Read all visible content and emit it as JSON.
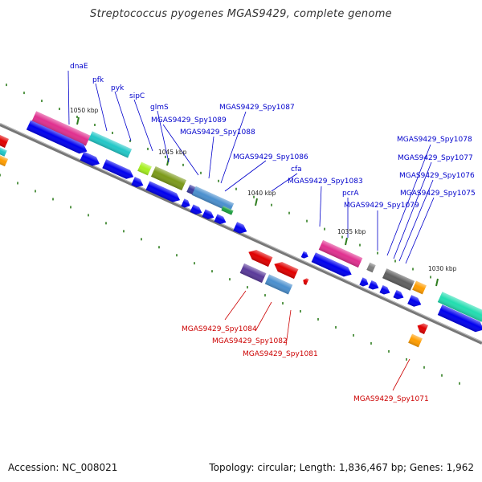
{
  "title": "Streptococcus pyogenes MGAS9429, complete genome",
  "footer": {
    "accession": "Accession: NC_008021",
    "summary": "Topology: circular; Length: 1,836,467 bp; Genes: 1,962"
  },
  "colors": {
    "forward_label": "#0000cc",
    "reverse_label": "#cc0000",
    "backbone": "#808080",
    "tick": "#2e7d1e"
  },
  "kbp_markers": [
    "1050 kbp",
    "1045 kbp",
    "1040 kbp",
    "1035 kbp",
    "1030 kbp"
  ],
  "forward_genes": [
    "dnaE",
    "pfk",
    "pyk",
    "sipC",
    "glmS",
    "MGAS9429_Spy1089",
    "MGAS9429_Spy1087",
    "MGAS9429_Spy1088",
    "MGAS9429_Spy1086",
    "cfa",
    "MGAS9429_Spy1083",
    "pcrA",
    "MGAS9429_Spy1078",
    "MGAS9429_Spy1077",
    "MGAS9429_Spy1076",
    "MGAS9429_Spy1075",
    "MGAS9429_Spy1079"
  ],
  "reverse_genes": [
    "MGAS9429_Spy1084",
    "MGAS9429_Spy1082",
    "MGAS9429_Spy1081",
    "MGAS9429_Spy1071"
  ]
}
